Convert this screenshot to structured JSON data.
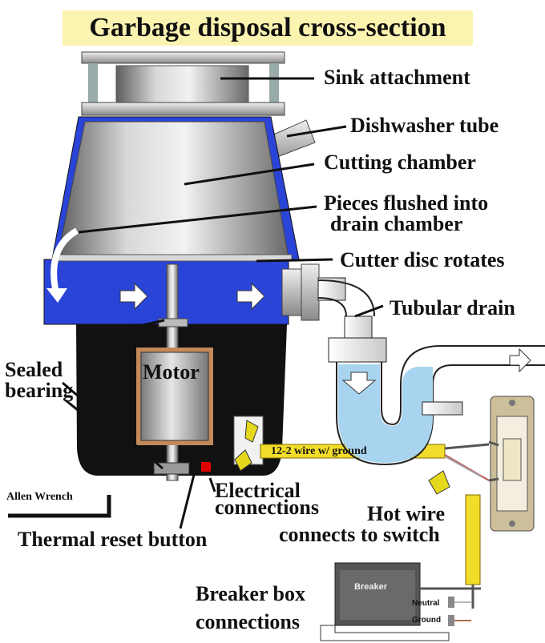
{
  "title": "Garbage disposal cross-section",
  "labels": {
    "sink_attachment": "Sink attachment",
    "dishwasher_tube": "Dishwasher tube",
    "cutting_chamber": "Cutting chamber",
    "pieces_flushed_line1": "Pieces flushed into",
    "pieces_flushed_line2": "drain chamber",
    "cutter_disc": "Cutter disc rotates",
    "tubular_drain": "Tubular drain",
    "sealed_bearing_line1": "Sealed",
    "sealed_bearing_line2": "bearing",
    "motor": "Motor",
    "wire": "12-2 wire w/ ground",
    "allen_wrench": "Allen Wrench",
    "electrical_line1": "Electrical",
    "electrical_line2": "connections",
    "hot_wire_line1": "Hot wire",
    "hot_wire_line2": "connects to switch",
    "thermal_reset": "Thermal reset button",
    "breaker_box_line1": "Breaker box",
    "breaker_box_line2": "connections",
    "breaker": "Breaker",
    "neutral": "Neutral",
    "ground": "Ground"
  },
  "colors": {
    "title_bg": "#fbf3b0",
    "housing_blue": "#2b44d8",
    "water_blue": "#a9d4ef",
    "wire_yellow": "#f2dc2a",
    "body_black": "#111111",
    "steel": "#b9b9b9"
  }
}
